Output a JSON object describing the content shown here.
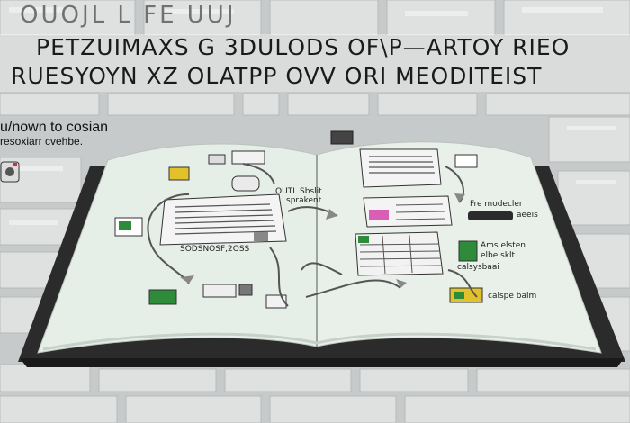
{
  "title_lines": [
    "OUOJL L FE UUJ",
    "PETZUIMAXS  G    3DULODS OF\\P—ARTOY RIEO",
    "RUESYOYN XZ OLATPP  OVV  ORI MEODITEIST"
  ],
  "side_text": {
    "line1": "u/nown to cosian",
    "line2": "resoxiarr cvehbe."
  },
  "labels": {
    "center": "OUTL Sbslit",
    "center2": "sprakent",
    "left_bottom": "SODSNOSF,2OSS",
    "right_top": "Fre modecler",
    "right_top2": "aeeis",
    "right_mid": "Ams elsten",
    "right_mid2": "elbe sklt",
    "right_mid3": "calsysbaai",
    "right_bottom": "caispe baim"
  },
  "colors": {
    "page": "#e8efea",
    "cover": "#2b2b2b",
    "accent_green": "#2e8b3a",
    "accent_pink": "#d85fb4",
    "accent_yellow": "#e2c12a"
  }
}
